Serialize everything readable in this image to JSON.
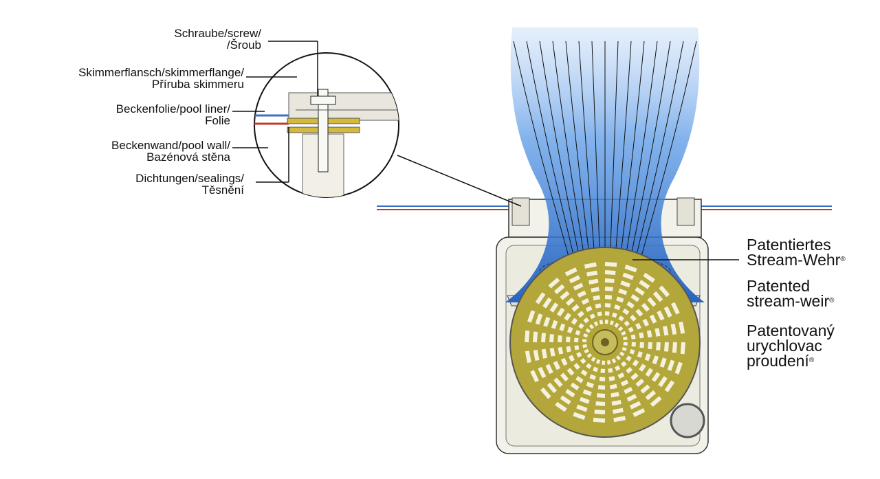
{
  "callouts": [
    {
      "line1": "Schraube/screw/",
      "line2": "/Šroub"
    },
    {
      "line1": "Skimmerflansch/skimmerflange/",
      "line2": "Příruba skimmeru"
    },
    {
      "line1": "Beckenfolie/pool liner/",
      "line2": "Folie"
    },
    {
      "line1": "Beckenwand/pool wall/",
      "line2": "Bazénová stěna"
    },
    {
      "line1": "Dichtungen/sealings/",
      "line2": "Těsnění"
    }
  ],
  "weir_labels": [
    {
      "line1": "Patentiertes",
      "line2": "Stream-Wehr",
      "mark": "®"
    },
    {
      "line1": "Patented",
      "line2": "stream-weir",
      "mark": "®"
    },
    {
      "line1": "Patentovaný",
      "line2": "urychlovac",
      "line3": "proudení",
      "mark": "®"
    }
  ],
  "colors": {
    "water": "#2f7fd6",
    "liner_blue": "#3a6fc4",
    "liner_red": "#c0392b",
    "basket": "#b3a63a",
    "body": "#efeee4"
  }
}
